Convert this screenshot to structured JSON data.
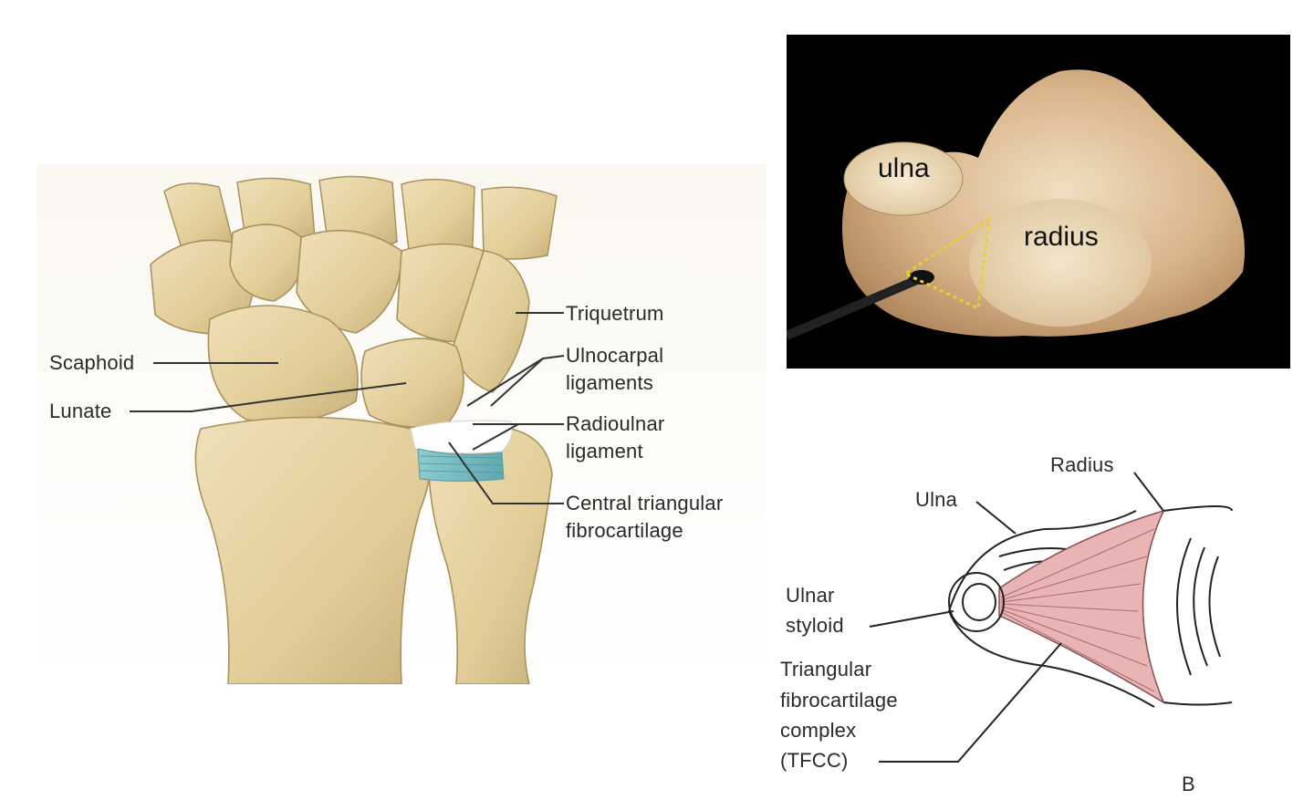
{
  "panel_a": {
    "labels": {
      "scaphoid": "Scaphoid",
      "lunate": "Lunate",
      "triquetrum": "Triquetrum",
      "ulnocarpal_1": "Ulnocarpal",
      "ulnocarpal_2": "ligaments",
      "radioulnar_1": "Radioulnar",
      "radioulnar_2": "ligament",
      "central_1": "Central triangular",
      "central_2": "fibrocartilage"
    }
  },
  "panel_photo": {
    "labels": {
      "ulna": "ulna",
      "radius": "radius"
    },
    "outline_color": "#e8d22a"
  },
  "panel_b": {
    "labels": {
      "radius": "Radius",
      "ulna": "Ulna",
      "ulnar_styloid_1": "Ulnar",
      "ulnar_styloid_2": "styloid",
      "tfcc_1": "Triangular",
      "tfcc_2": "fibrocartilage",
      "tfcc_3": "complex",
      "tfcc_4": "(TFCC)",
      "panel_letter": "B"
    },
    "tfcc_color": "#e8b4b4"
  },
  "colors": {
    "bone": "#e6d3a3",
    "bone_shadow": "#c9b27a",
    "ligament": "#7fc4c8",
    "leader": "#333333"
  }
}
